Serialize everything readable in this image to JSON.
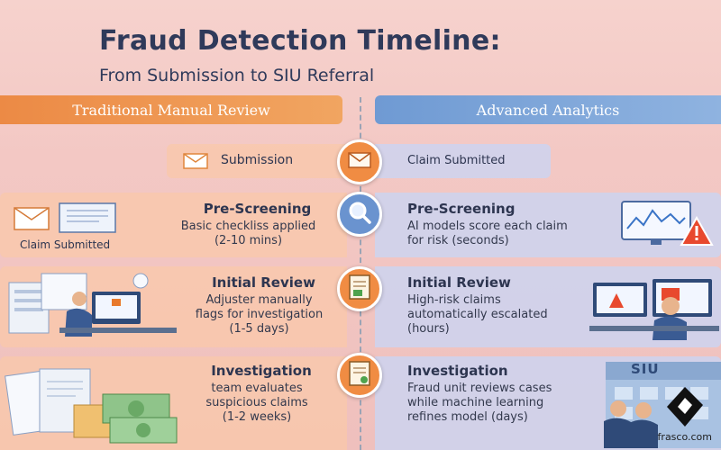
{
  "header": {
    "title": "Fraud Detection Timeline:",
    "subtitle": "From Submission to SIU Referral"
  },
  "columns": {
    "left": "Traditional Manual Review",
    "right": "Advanced Analytics"
  },
  "stages": [
    {
      "left_title": "Submission",
      "right_text": "Claim Submitted"
    },
    {
      "left_title": "Pre-Screening",
      "left_desc": [
        "Basic checkliss applied",
        "(2-10 mins)"
      ],
      "left_caption": "Claim Submitted",
      "right_title": "Pre-Screening",
      "right_desc": [
        "AI models score each claim",
        "for risk (seconds)"
      ]
    },
    {
      "left_title": "Initial Review",
      "left_desc": [
        "Adjuster manually",
        "flags for investigation",
        "(1-5 days)"
      ],
      "right_title": "Initial Review",
      "right_desc": [
        "High-risk claims",
        "automatically escalated",
        "(hours)"
      ]
    },
    {
      "left_title": "Investigation",
      "left_desc": [
        "team evaluates",
        "suspicious claims",
        "(1-2 weeks)"
      ],
      "right_title": "Investigation",
      "right_desc": [
        "Fraud unit reviews cases",
        "while machine learning",
        "refines model (days)"
      ],
      "building_sign": "SIU"
    }
  ],
  "brand": "frasco.com",
  "colors": {
    "orange": "#f08c43",
    "blue": "#6a93cf",
    "title": "#2f3a5a"
  },
  "icons": [
    "envelope-icon",
    "magnifier-icon",
    "document-icon",
    "warning-icon",
    "monitor-icon"
  ]
}
